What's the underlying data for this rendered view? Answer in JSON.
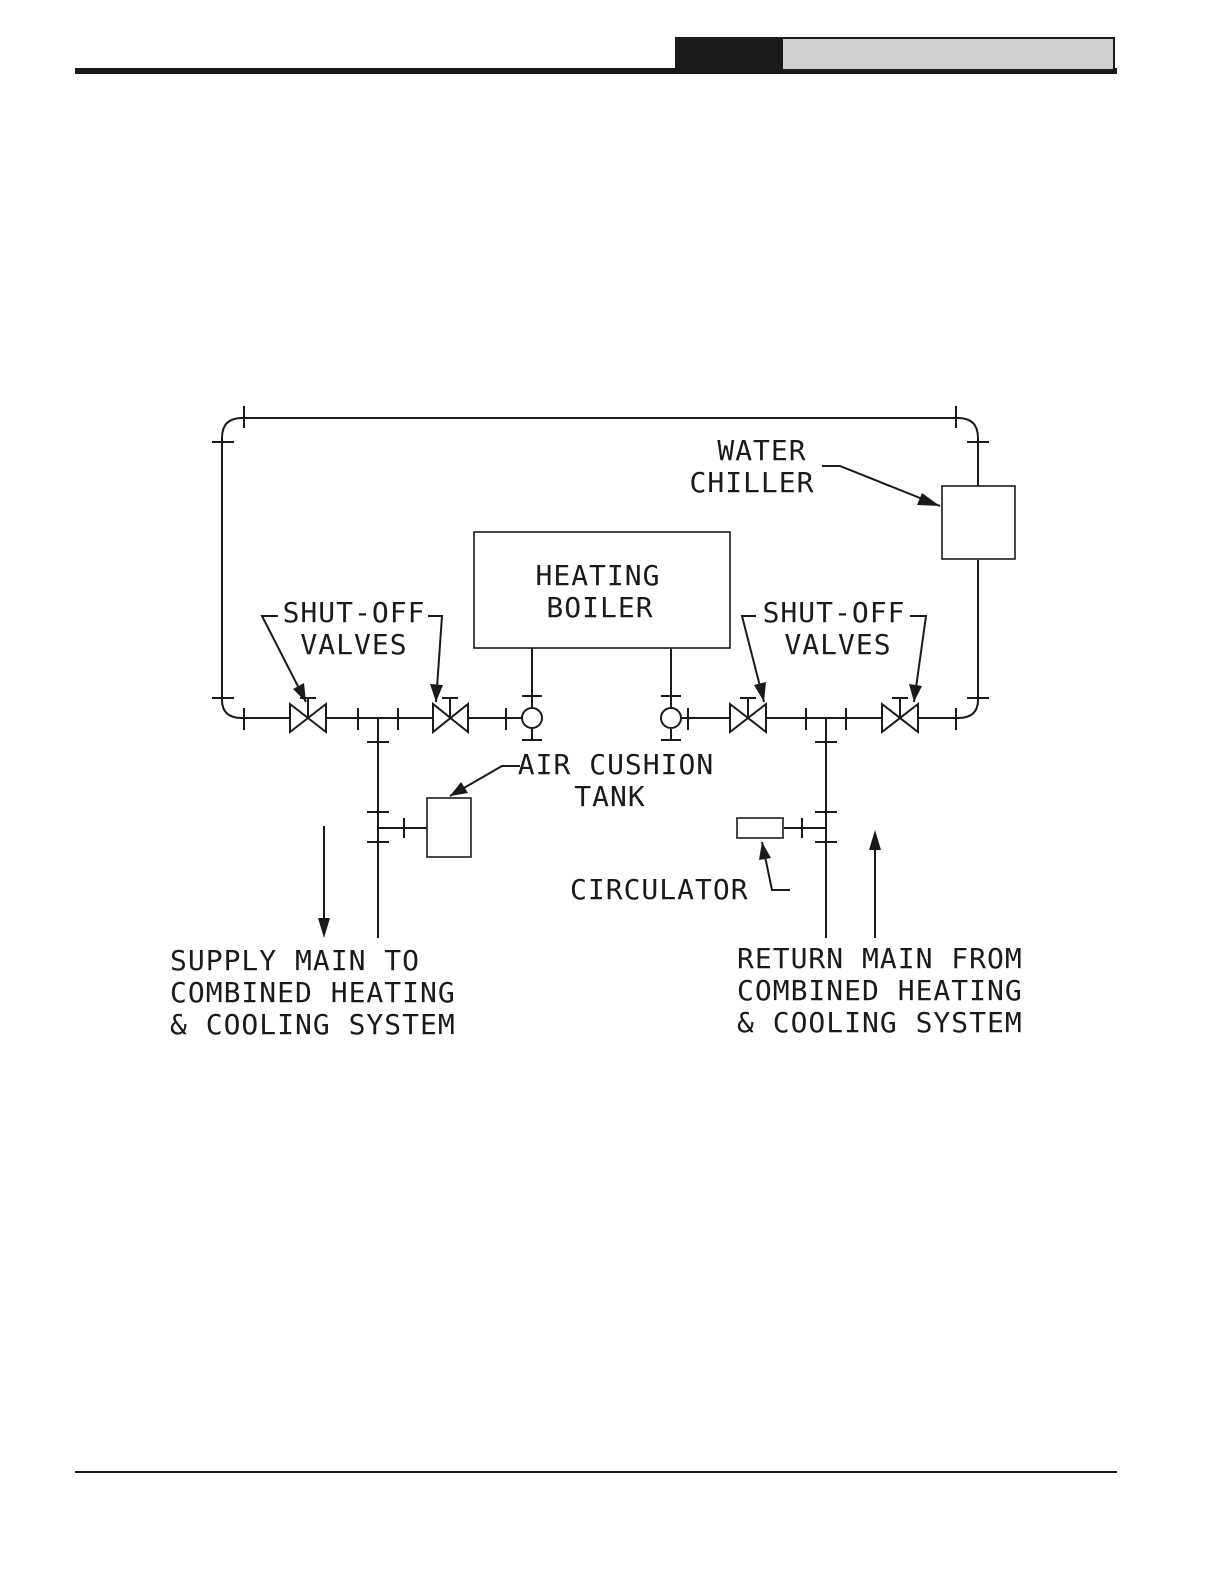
{
  "diagram": {
    "labels": {
      "water_chiller": [
        "WATER",
        "CHILLER"
      ],
      "heating_boiler": [
        "HEATING",
        "BOILER"
      ],
      "shutoff_left": [
        "SHUT-OFF",
        "VALVES"
      ],
      "shutoff_right": [
        "SHUT-OFF",
        "VALVES"
      ],
      "air_cushion_tank": [
        "AIR CUSHION",
        "TANK"
      ],
      "circulator": "CIRCULATOR",
      "supply_main": [
        "SUPPLY MAIN TO",
        "COMBINED HEATING",
        "& COOLING SYSTEM"
      ],
      "return_main": [
        "RETURN MAIN FROM",
        "COMBINED HEATING",
        "& COOLING SYSTEM"
      ]
    }
  }
}
